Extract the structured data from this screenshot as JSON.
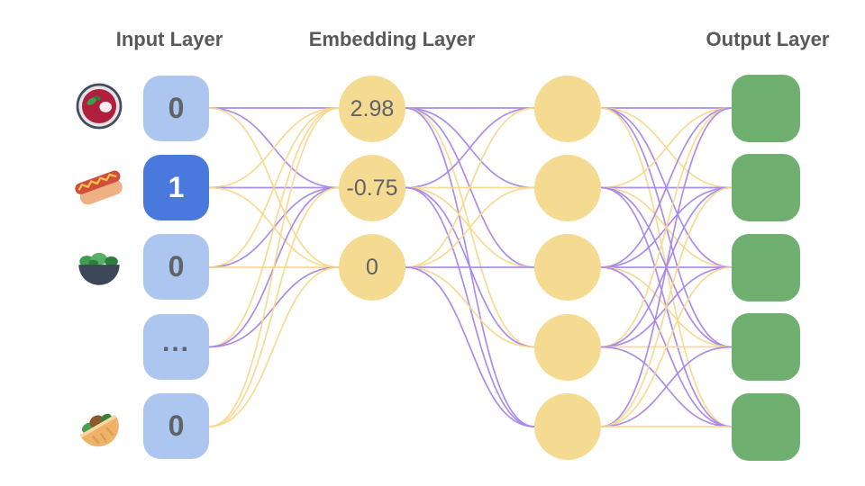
{
  "titles": {
    "input": "Input Layer",
    "embedding": "Embedding Layer",
    "output": "Output Layer"
  },
  "input_layer": {
    "nodes": [
      {
        "icon": "borscht-icon",
        "value": "0",
        "active": false
      },
      {
        "icon": "hot-dog-icon",
        "value": "1",
        "active": true
      },
      {
        "icon": "salad-icon",
        "value": "0",
        "active": false
      },
      {
        "icon": "",
        "value": "...",
        "active": false
      },
      {
        "icon": "stuffed-flatbread-icon",
        "value": "0",
        "active": false
      }
    ]
  },
  "embedding_layer": {
    "values": [
      "2.98",
      "-0.75",
      "0"
    ]
  },
  "hidden_layer": {
    "node_count": 5
  },
  "output_layer": {
    "node_count": 5
  },
  "colors": {
    "node_blue": "#adc6f0",
    "node_blue_active": "#4a79dd",
    "node_yellow": "#f5db92",
    "node_green": "#6fb071",
    "edge_purple": "#a688e8",
    "edge_yellow": "#f8d88e",
    "title_text": "#595959",
    "value_text": "#5f6368",
    "active_value_text": "#ffffff"
  },
  "edges": {
    "input_to_embedding": [
      "p",
      "p",
      "y",
      "y",
      "p",
      "y",
      "y",
      "p",
      "y",
      "y",
      "p",
      "p",
      "y",
      "y",
      "y"
    ],
    "embedding_to_hidden": [
      "p",
      "p",
      "p",
      "y",
      "p",
      "p",
      "y",
      "y",
      "p",
      "p",
      "y",
      "y",
      "p",
      "y",
      "p"
    ],
    "hidden_to_output": [
      "p",
      "y",
      "p",
      "p",
      "y",
      "y",
      "p",
      "y",
      "p",
      "p",
      "p",
      "p",
      "p",
      "y",
      "p",
      "y",
      "p",
      "p",
      "y",
      "p",
      "p",
      "y",
      "y",
      "p",
      "y"
    ]
  }
}
